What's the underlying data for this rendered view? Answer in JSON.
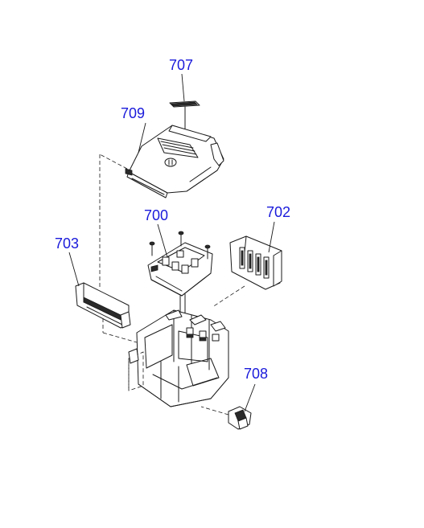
{
  "diagram": {
    "labels": {
      "p707": "707",
      "p709": "709",
      "p700": "700",
      "p702": "702",
      "p703": "703",
      "p708": "708"
    },
    "label_color": "#1a1adb",
    "line_color": "#1a1a1a"
  }
}
